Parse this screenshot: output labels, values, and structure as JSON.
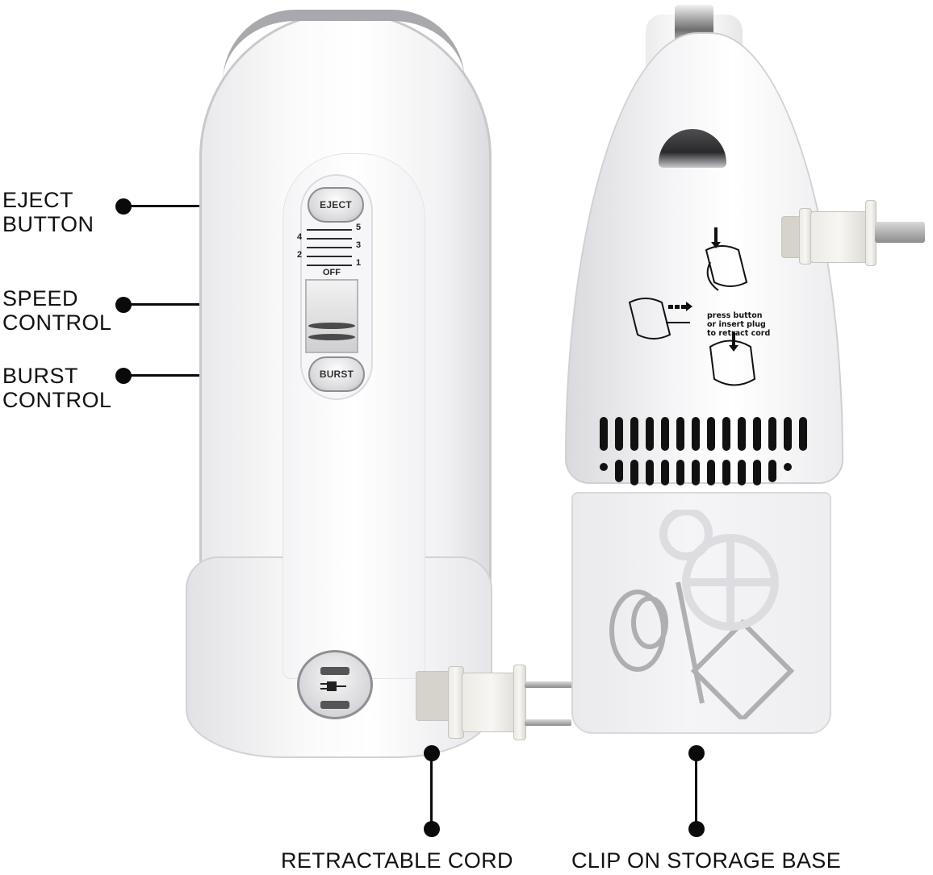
{
  "product": {
    "subject": "White hand mixer — front view and side view with clip-on storage base",
    "front_view": {
      "buttons": {
        "eject_label": "EJECT",
        "burst_label": "BURST"
      },
      "speed_dial": {
        "left_numbers": [
          "4",
          "2"
        ],
        "right_numbers": [
          "5",
          "3",
          "1"
        ],
        "off_label": "OFF"
      },
      "socket_icon": "plug-icon"
    },
    "side_view": {
      "instruction_lines": [
        "press  button",
        "or insert plug",
        "to retract cord"
      ],
      "vent_count_top": 14,
      "vent_count_bottom": 12
    }
  },
  "callouts": {
    "left": [
      {
        "line1": "EJECT",
        "line2": "BUTTON"
      },
      {
        "line1": "SPEED",
        "line2": "CONTROL"
      },
      {
        "line1": "BURST",
        "line2": "CONTROL"
      }
    ],
    "bottom": [
      {
        "label": "RETRACTABLE CORD"
      },
      {
        "label": "CLIP ON STORAGE BASE"
      }
    ]
  },
  "colors": {
    "background": "#ffffff",
    "callout": "#0a0a0a",
    "body_white": "#f8f8f9",
    "chrome": "#a9a9ad",
    "plug": "#efede8"
  }
}
